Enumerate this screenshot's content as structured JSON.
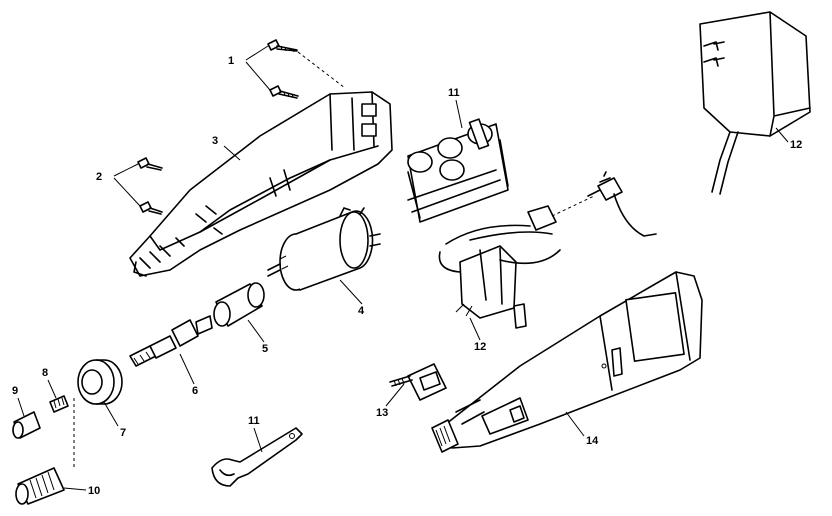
{
  "callouts": [
    {
      "id": "1",
      "text": "1"
    },
    {
      "id": "2",
      "text": "2"
    },
    {
      "id": "3",
      "text": "3"
    },
    {
      "id": "4",
      "text": "4"
    },
    {
      "id": "5",
      "text": "5"
    },
    {
      "id": "6",
      "text": "6"
    },
    {
      "id": "7",
      "text": "7"
    },
    {
      "id": "8",
      "text": "8"
    },
    {
      "id": "9",
      "text": "9"
    },
    {
      "id": "10",
      "text": "10"
    },
    {
      "id": "11a",
      "text": "11"
    },
    {
      "id": "11b",
      "text": "11"
    },
    {
      "id": "12a",
      "text": "12"
    },
    {
      "id": "12b",
      "text": "12"
    },
    {
      "id": "13",
      "text": "13"
    },
    {
      "id": "14",
      "text": "14"
    }
  ]
}
